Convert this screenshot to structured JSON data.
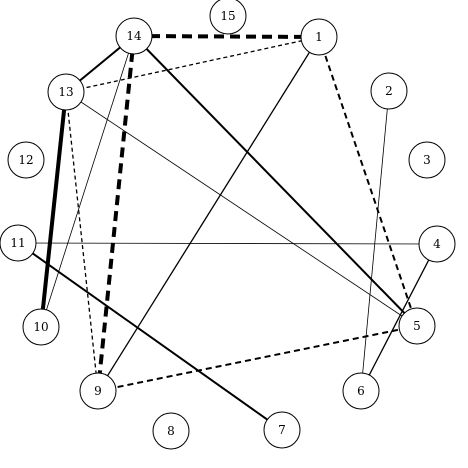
{
  "diagram": {
    "type": "graph",
    "nodes": [
      {
        "id": "1",
        "label": "1"
      },
      {
        "id": "2",
        "label": "2"
      },
      {
        "id": "3",
        "label": "3"
      },
      {
        "id": "4",
        "label": "4"
      },
      {
        "id": "5",
        "label": "5"
      },
      {
        "id": "6",
        "label": "6"
      },
      {
        "id": "7",
        "label": "7"
      },
      {
        "id": "8",
        "label": "8"
      },
      {
        "id": "9",
        "label": "9"
      },
      {
        "id": "10",
        "label": "10"
      },
      {
        "id": "11",
        "label": "11"
      },
      {
        "id": "12",
        "label": "12"
      },
      {
        "id": "13",
        "label": "13"
      },
      {
        "id": "14",
        "label": "14"
      },
      {
        "id": "15",
        "label": "15"
      }
    ],
    "edges": [
      {
        "from": "14",
        "to": "1",
        "style": "dashed",
        "weight": "heavy"
      },
      {
        "from": "14",
        "to": "9",
        "style": "dashed",
        "weight": "heavy"
      },
      {
        "from": "1",
        "to": "5",
        "style": "dashed",
        "weight": "medium"
      },
      {
        "from": "13",
        "to": "1",
        "style": "dashed",
        "weight": "light"
      },
      {
        "from": "9",
        "to": "5",
        "style": "dashed",
        "weight": "medium"
      },
      {
        "from": "13",
        "to": "9",
        "style": "dashed",
        "weight": "light"
      },
      {
        "from": "14",
        "to": "13",
        "style": "solid",
        "weight": "medium"
      },
      {
        "from": "13",
        "to": "10",
        "style": "solid",
        "weight": "heavy"
      },
      {
        "from": "14",
        "to": "5",
        "style": "solid",
        "weight": "medium"
      },
      {
        "from": "14",
        "to": "10",
        "style": "solid",
        "weight": "thin"
      },
      {
        "from": "13",
        "to": "5",
        "style": "solid",
        "weight": "thin"
      },
      {
        "from": "1",
        "to": "9",
        "style": "solid",
        "weight": "light"
      },
      {
        "from": "11",
        "to": "4",
        "style": "solid",
        "weight": "thin"
      },
      {
        "from": "11",
        "to": "7",
        "style": "solid",
        "weight": "medium"
      },
      {
        "from": "4",
        "to": "6",
        "style": "solid",
        "weight": "light"
      },
      {
        "from": "2",
        "to": "6",
        "style": "solid",
        "weight": "thin"
      }
    ],
    "colors": {
      "stroke": "#000000",
      "node_fill": "#ffffff",
      "background": "#ffffff"
    }
  }
}
